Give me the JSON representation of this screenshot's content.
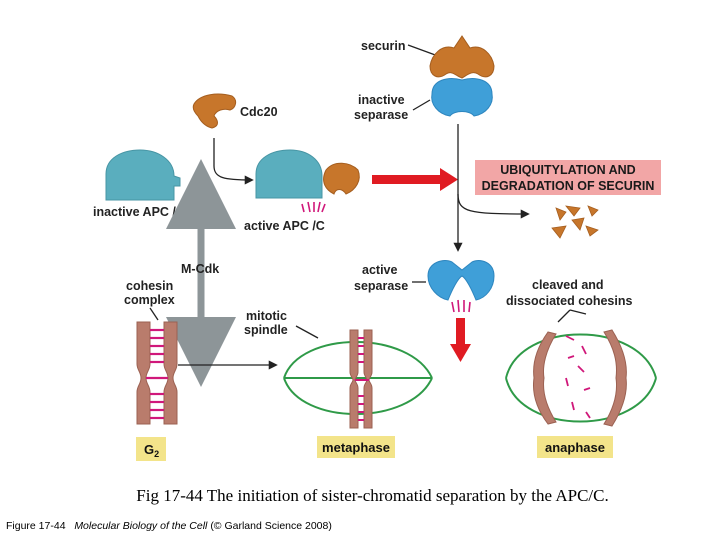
{
  "labels": {
    "securin": "securin",
    "inactive_separase": [
      "inactive",
      "separase"
    ],
    "cdc20": "Cdc20",
    "inactive_apc": "inactive APC /C",
    "active_apc": "active APC /C",
    "banner": [
      "UBIQUITYLATION AND",
      "DEGRADATION OF SECURIN"
    ],
    "m_cdk": "M-Cdk",
    "cohesin_complex": [
      "cohesin",
      "complex"
    ],
    "active_separase": [
      "active",
      "separase"
    ],
    "cleaved_cohesins": [
      "cleaved and",
      "dissociated cohesins"
    ],
    "mitotic_spindle": [
      "mitotic",
      "spindle"
    ]
  },
  "stages": {
    "g2_base": "G",
    "g2_sub": "2",
    "metaphase": "metaphase",
    "anaphase": "anaphase"
  },
  "caption": "Fig 17-44 The initiation of sister-chromatid separation by the APC/C.",
  "credit": {
    "prefix": "Figure 17-44",
    "book": "Molecular Biology of the Cell",
    "suffix": "(© Garland Science 2008)"
  },
  "colors": {
    "apc_teal": "#5aaebe",
    "cdc20_orange": "#c7762b",
    "separase_blue": "#3f9fd8",
    "arrow_red": "#e01b22",
    "banner_fill": "#f2a6a6",
    "spindle_green": "#2f9a48",
    "chromatid": "#b97c6c",
    "cohesin_magenta": "#d0187a",
    "stage_tag": "#f3e48a",
    "pillar_gray": "#8d9598"
  }
}
